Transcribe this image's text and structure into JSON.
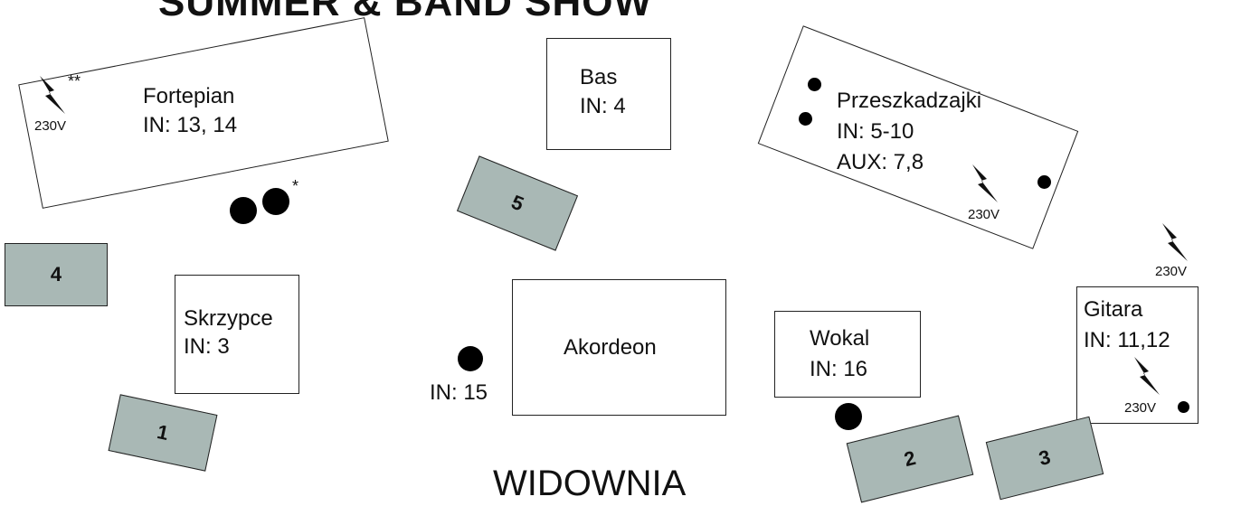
{
  "title": "SUMMER & BAND SHOW",
  "audience_label": "WIDOWNIA",
  "instruments": {
    "piano": {
      "name": "Fortepian",
      "inputs": "IN: 13, 14"
    },
    "bass": {
      "name": "Bas",
      "inputs": "IN: 4"
    },
    "effects": {
      "name": "Przeszkadzajki",
      "inputs": "IN: 5-10",
      "aux": "AUX: 7,8"
    },
    "violin": {
      "name": "Skrzypce",
      "inputs": "IN: 3"
    },
    "accordion": {
      "name": "Akordeon",
      "mic_input": "IN: 15"
    },
    "vocal": {
      "name": "Wokal",
      "inputs": "IN: 16"
    },
    "guitar": {
      "name": "Gitara",
      "inputs": "IN: 11,12"
    }
  },
  "power": {
    "label": "230V",
    "piano_note": "**",
    "mic_note": "*"
  },
  "monitors": [
    "1",
    "2",
    "3",
    "4",
    "5"
  ],
  "colors": {
    "monitor_fill": "#a9b8b5",
    "outline": "#222222"
  },
  "icons": [
    "power-bolt-icon",
    "microphone-dot-icon"
  ]
}
